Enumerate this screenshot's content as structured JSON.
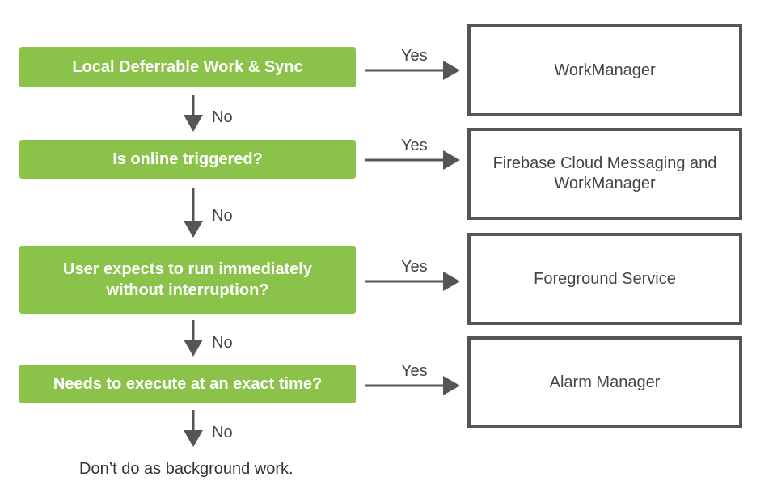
{
  "questions": [
    {
      "text": "Local Deferrable Work & Sync",
      "yes": "Yes",
      "no": "No"
    },
    {
      "text": "Is online triggered?",
      "yes": "Yes",
      "no": "No"
    },
    {
      "text": "User expects to run immediately\nwithout interruption?",
      "yes": "Yes",
      "no": "No"
    },
    {
      "text": "Needs to execute at an exact time?",
      "yes": "Yes",
      "no": "No"
    }
  ],
  "results": [
    {
      "text": "WorkManager"
    },
    {
      "text": "Firebase Cloud Messaging and\nWorkManager"
    },
    {
      "text": "Foreground Service"
    },
    {
      "text": "Alarm Manager"
    }
  ],
  "final": "Don’t do as background work.",
  "colors": {
    "question_fill": "#8bc34a",
    "question_text": "#ffffff",
    "result_border": "#555555",
    "arrow": "#555555"
  }
}
